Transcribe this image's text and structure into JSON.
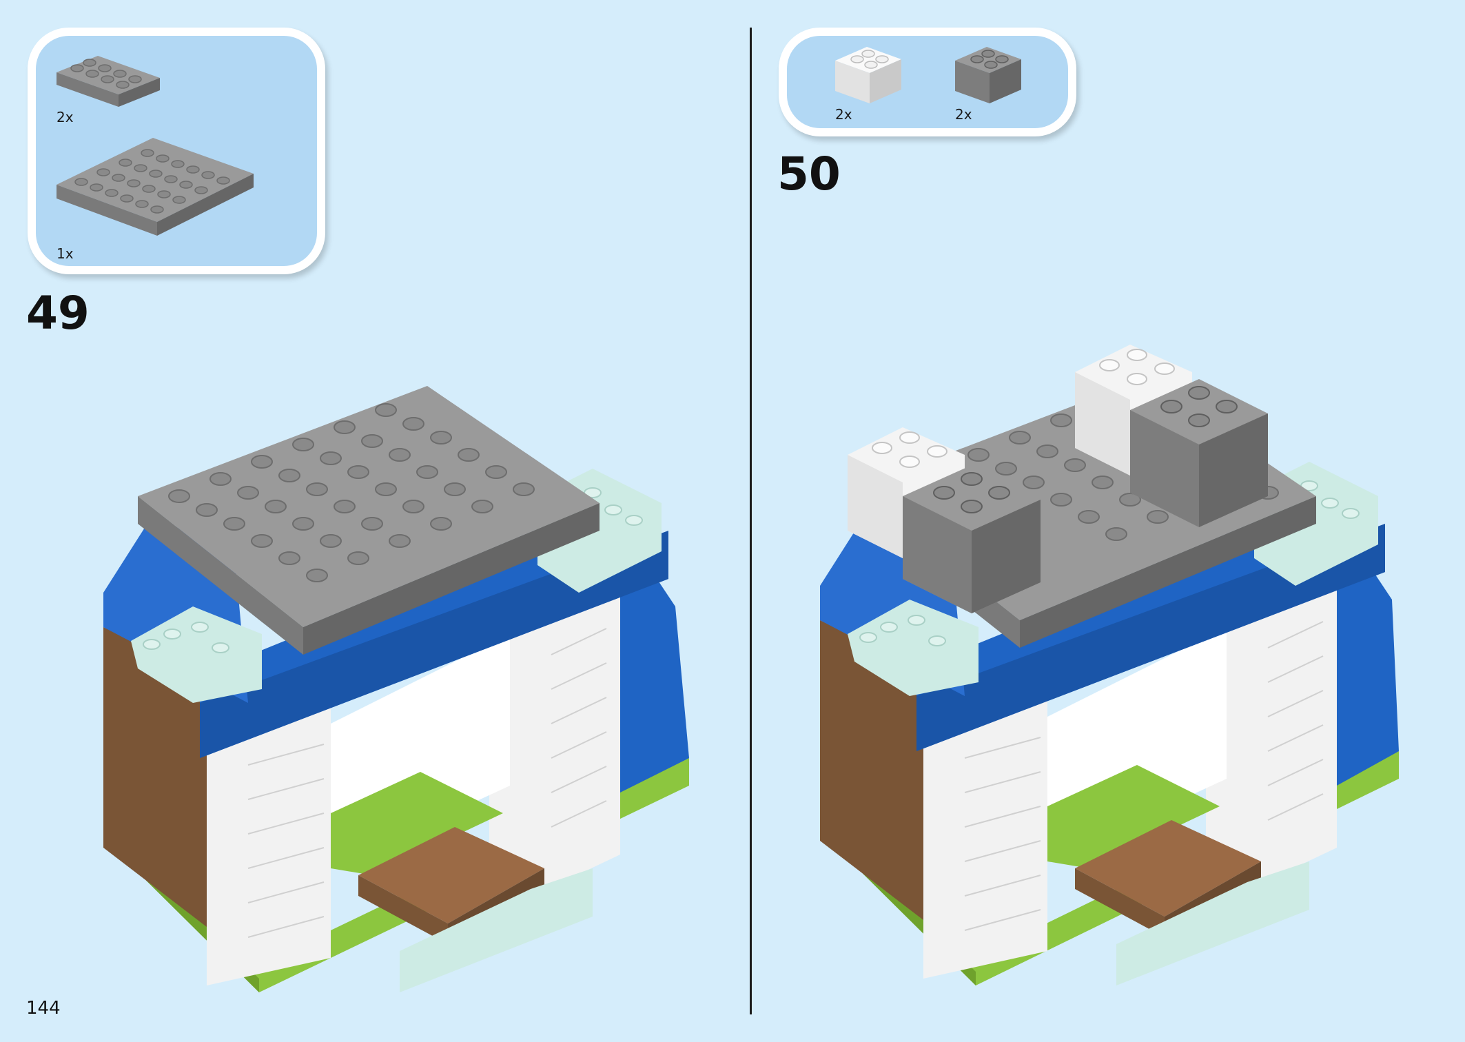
{
  "page_number": "144",
  "steps": [
    {
      "number": "49",
      "parts": [
        {
          "qty": "2x",
          "part": "gray-2x4-plate"
        },
        {
          "qty": "1x",
          "part": "gray-4x8-plate"
        }
      ]
    },
    {
      "number": "50",
      "parts": [
        {
          "qty": "2x",
          "part": "white-2x2-brick"
        },
        {
          "qty": "2x",
          "part": "gray-2x2-brick"
        }
      ]
    }
  ],
  "colors": {
    "background": "#d5edfb",
    "callout": "#b2d8f4",
    "gray": "#8e8e8e",
    "blue": "#1f64c4",
    "brown": "#7a5536",
    "green": "#8cc63f",
    "mint": "#cdebe4",
    "white": "#f4f4f4"
  }
}
